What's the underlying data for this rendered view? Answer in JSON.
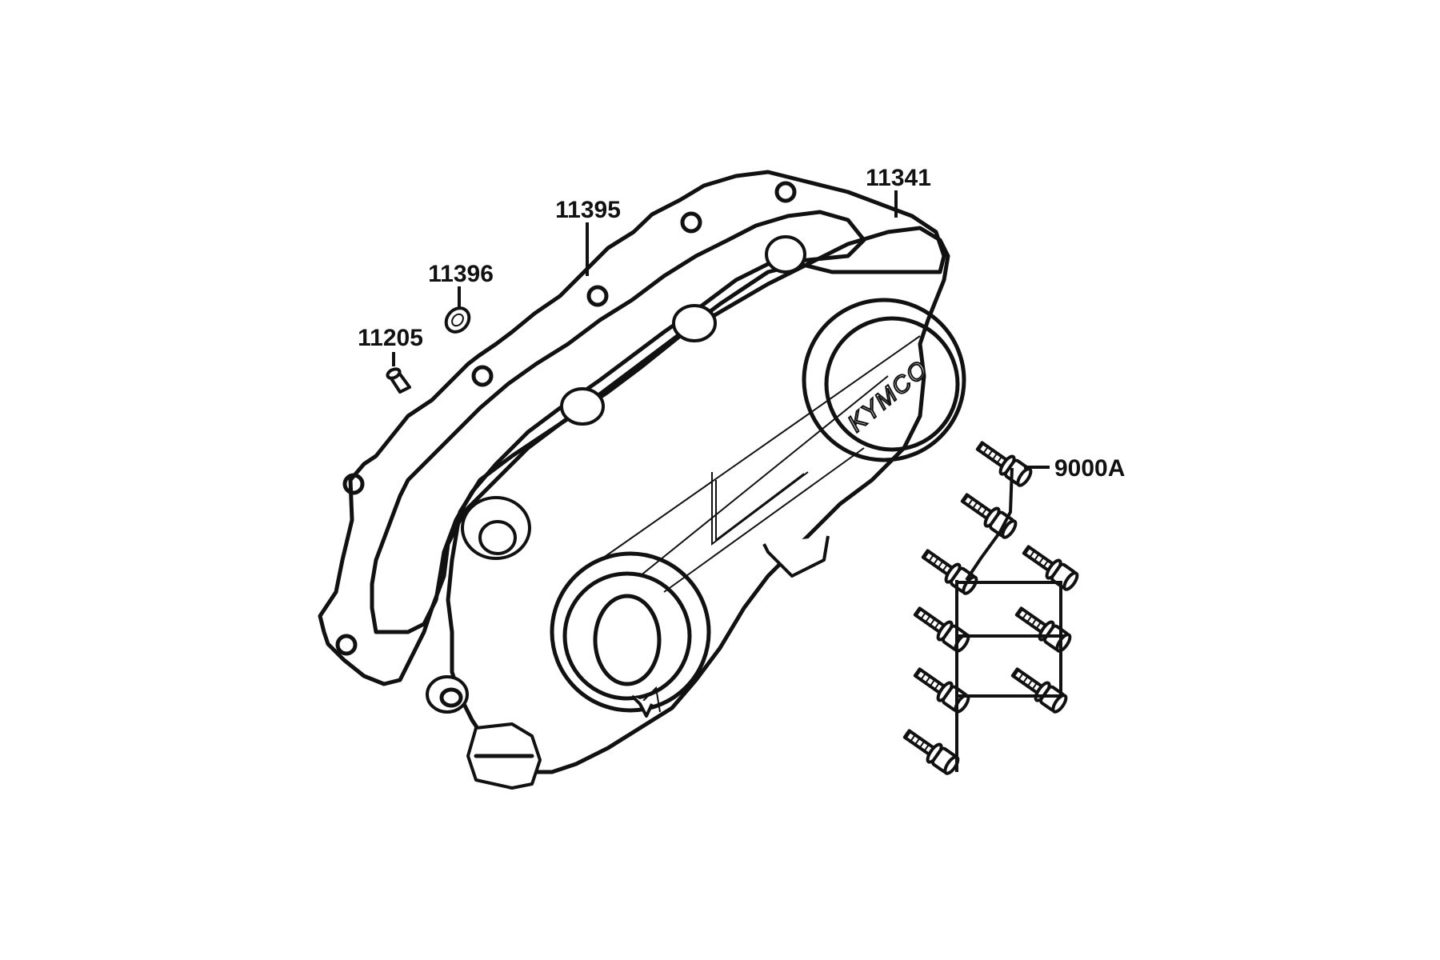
{
  "diagram": {
    "parts": [
      {
        "id": "11341",
        "label": "11341"
      },
      {
        "id": "11395",
        "label": "11395"
      },
      {
        "id": "11396",
        "label": "11396"
      },
      {
        "id": "11205",
        "label": "11205"
      },
      {
        "id": "9000A",
        "label": "9000A"
      }
    ],
    "cover_logo": "KYMCO",
    "bolt_count": 9,
    "colors": {
      "line": "#111111",
      "background": "#ffffff"
    }
  }
}
